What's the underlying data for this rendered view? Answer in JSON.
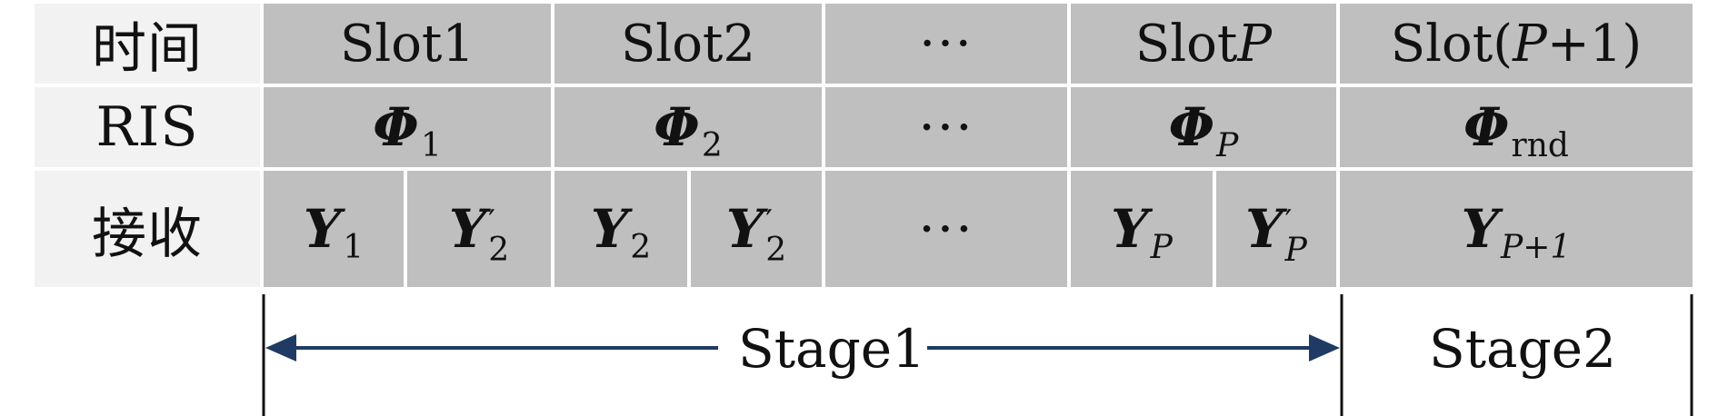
{
  "table": {
    "row_labels": {
      "time": "时间",
      "ris": "RIS",
      "receive": "接收"
    },
    "time_row": {
      "slot1": "Slot1",
      "slot2": "Slot2",
      "ellipsis": "···",
      "slotp_prefix": "Slot ",
      "slotp_var": "P",
      "slotp1_prefix": "Slot(",
      "slotp1_var": "P",
      "slotp1_suffix": "+1)"
    },
    "ris_row": {
      "phi_symbol": "Φ",
      "phi1_sub": "1",
      "phi2_sub": "2",
      "ellipsis": "···",
      "phip_sub": "P",
      "phirnd_sub": "rnd"
    },
    "receive_row": {
      "y_symbol": "Y",
      "y1_sub": "1",
      "y2prime_sub": "2",
      "y2_sub": "2",
      "y2prime_b_sub": "2",
      "ellipsis": "···",
      "yp_sub": "P",
      "ypprime_sub": "P",
      "yp1_sub": "P+1",
      "prime": "′"
    }
  },
  "timeline": {
    "stage1": "Stage1",
    "stage2": "Stage2",
    "arrow_color": "#1f3b63",
    "line_color": "#111111"
  },
  "colors": {
    "label_bg": "#f2f2f2",
    "cell_bg": "#bfbfbf",
    "grid": "#ffffff",
    "text": "#111111"
  }
}
